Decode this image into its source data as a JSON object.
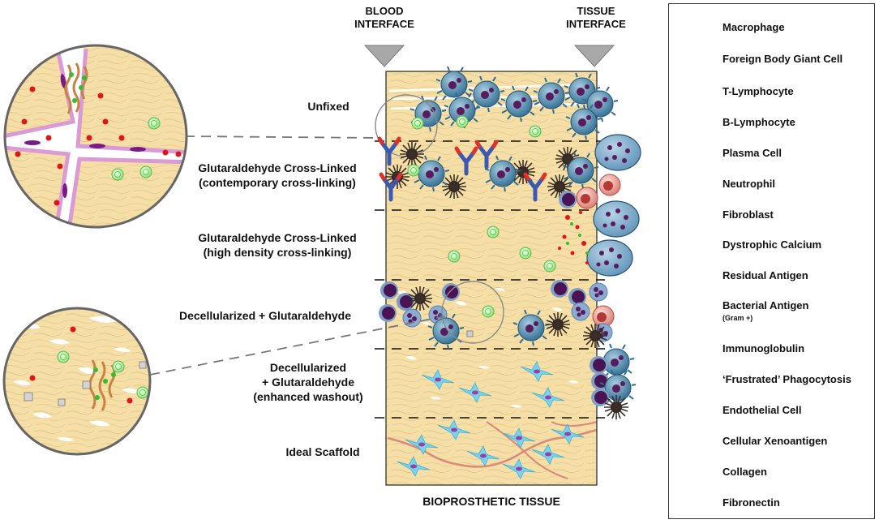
{
  "headers": {
    "blood_line1": "BLOOD",
    "blood_line2": "INTERFACE",
    "tissue_line1": "TISSUE",
    "tissue_line2": "INTERFACE",
    "bottom": "BIOPROSTHETIC TISSUE"
  },
  "layers": [
    {
      "line1": "Unfixed",
      "line2": "",
      "line3": ""
    },
    {
      "line1": "Glutaraldehyde Cross-Linked",
      "line2": "(contemporary cross-linking)",
      "line3": ""
    },
    {
      "line1": "Glutaraldehyde Cross-Linked",
      "line2": "(high density cross-linking)",
      "line3": ""
    },
    {
      "line1": "Decellularized + Glutaraldehyde",
      "line2": "",
      "line3": ""
    },
    {
      "line1": "Decellularized",
      "line2": "+ Glutaraldehyde",
      "line3": "(enhanced washout)"
    },
    {
      "line1": "Ideal Scaffold",
      "line2": "",
      "line3": ""
    }
  ],
  "legend": [
    {
      "label": "Macrophage",
      "sub": "",
      "icon": "macrophage-icon"
    },
    {
      "label": "Foreign Body Giant Cell",
      "sub": "",
      "icon": "giant-cell-icon"
    },
    {
      "label": "T-Lymphocyte",
      "sub": "",
      "icon": "t-lymphocyte-icon"
    },
    {
      "label": "B-Lymphocyte",
      "sub": "",
      "icon": "b-lymphocyte-icon"
    },
    {
      "label": "Plasma Cell",
      "sub": "",
      "icon": "plasma-cell-icon"
    },
    {
      "label": "Neutrophil",
      "sub": "",
      "icon": "neutrophil-icon"
    },
    {
      "label": "Fibroblast",
      "sub": "",
      "icon": "fibroblast-icon"
    },
    {
      "label": "Dystrophic Calcium",
      "sub": "",
      "icon": "calcium-icon"
    },
    {
      "label": "Residual Antigen",
      "sub": "",
      "icon": "residual-antigen-icon"
    },
    {
      "label": "Bacterial Antigen",
      "sub": "(Gram +)",
      "icon": "bacterial-antigen-icon"
    },
    {
      "label": "Immunoglobulin",
      "sub": "",
      "icon": "immunoglobulin-icon"
    },
    {
      "label": "‘Frustrated’ Phagocytosis",
      "sub": "",
      "icon": "frustrated-phagocytosis-icon"
    },
    {
      "label": "Endothelial Cell",
      "sub": "",
      "icon": "endothelial-cell-icon"
    },
    {
      "label": "Cellular Xenoantigen",
      "sub": "",
      "icon": "xenoantigen-icon"
    },
    {
      "label": "Collagen",
      "sub": "",
      "icon": "collagen-icon"
    },
    {
      "label": "Fibronectin",
      "sub": "",
      "icon": "fibronectin-icon"
    }
  ],
  "colors": {
    "tissue": "#f6dfa6",
    "macrophage": "#4b86a8",
    "nucleus": "#5a1a5e",
    "lymph_ring": "#7d9fc6",
    "plasma": "#d97a74",
    "fibroblast": "#5ec8e6",
    "calcium": "#3a2f28",
    "bacterial": "#7fdc6b",
    "xeno": "#e01616",
    "collagen": "#c9833e",
    "fibronectin": "#2fc02f",
    "endothelial": "#d99ad6",
    "immunoglobulin_blue": "#3b59b3",
    "immunoglobulin_red": "#e0302a",
    "vessel": "#d98a7a"
  }
}
